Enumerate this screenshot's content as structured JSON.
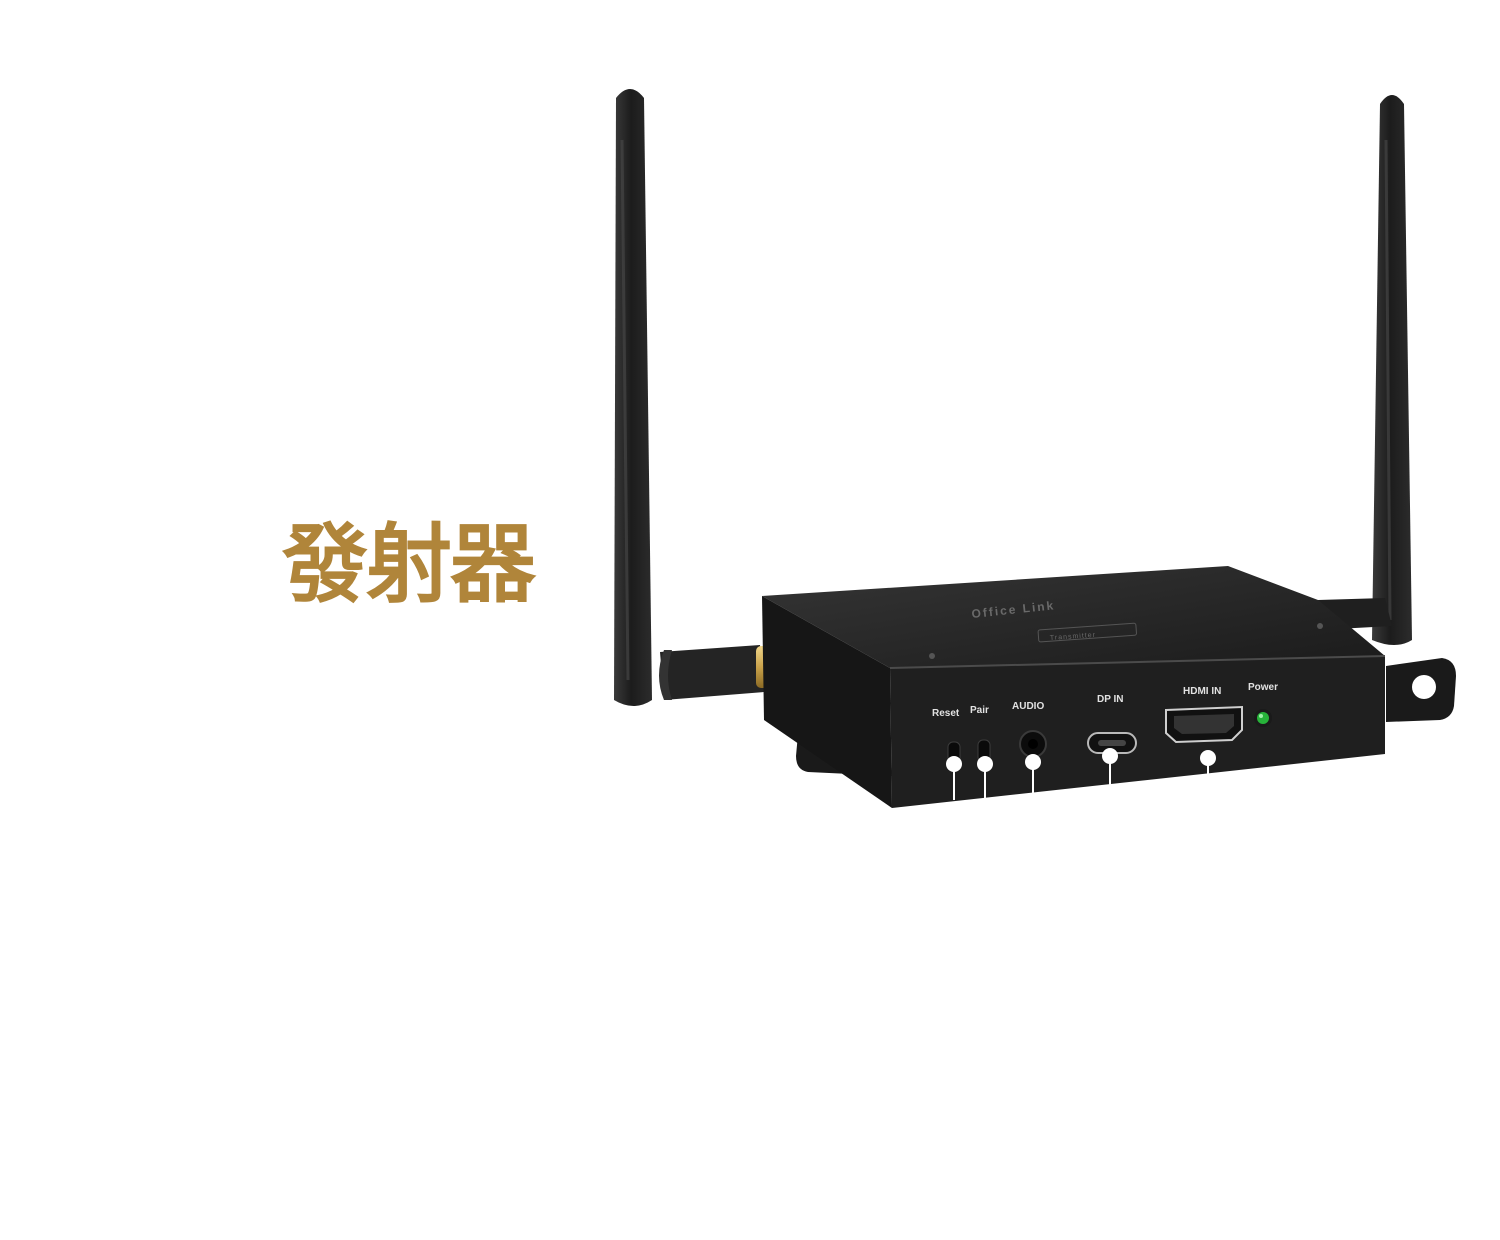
{
  "title": "發射器",
  "colors": {
    "title": "#b0853a",
    "body": "#1f1f1f",
    "antenna": "#262626",
    "led": "#27b33a",
    "connector": "#c9a24a"
  },
  "device": {
    "brand": "Office Link",
    "model": "Transmitter",
    "ports": [
      {
        "id": "reset",
        "label": "Reset"
      },
      {
        "id": "pair",
        "label": "Pair"
      },
      {
        "id": "audio",
        "label": "AUDIO"
      },
      {
        "id": "dp",
        "label": "DP IN"
      },
      {
        "id": "hdmi",
        "label": "HDMI IN"
      },
      {
        "id": "power",
        "label": "Power"
      }
    ]
  }
}
